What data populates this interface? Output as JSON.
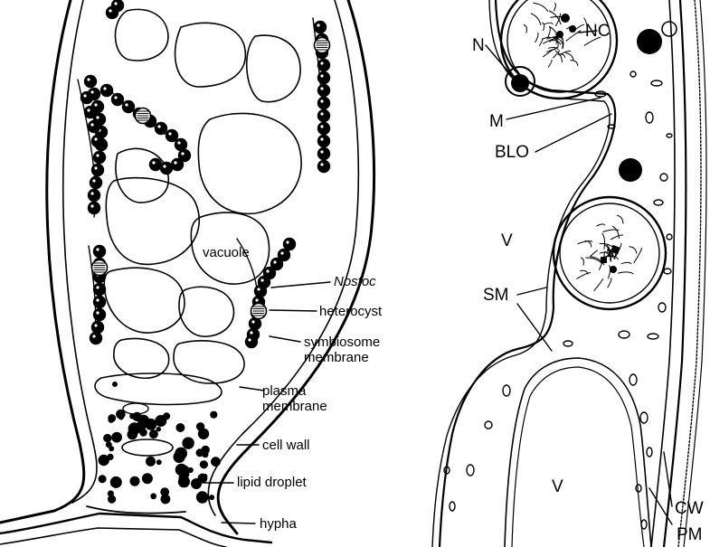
{
  "left_panel": {
    "labels": {
      "vacuole": "vacuole",
      "nostoc": "Nostoc",
      "heterocyst": "heterocyst",
      "symbiosome_membrane": "symbiosome\nmembrane",
      "plasma_membrane": "plasma\nmembrane",
      "cell_wall": "cell wall",
      "lipid_droplet": "lipid droplet",
      "hypha": "hypha"
    }
  },
  "right_panel": {
    "labels": {
      "N": "N",
      "NC": "NC",
      "M": "M",
      "BLO": "BLO",
      "V_top": "V",
      "SM": "SM",
      "V_bottom": "V",
      "CW": "CW",
      "PM": "PM"
    }
  },
  "colors": {
    "ink": "#000000",
    "paper": "#ffffff"
  }
}
